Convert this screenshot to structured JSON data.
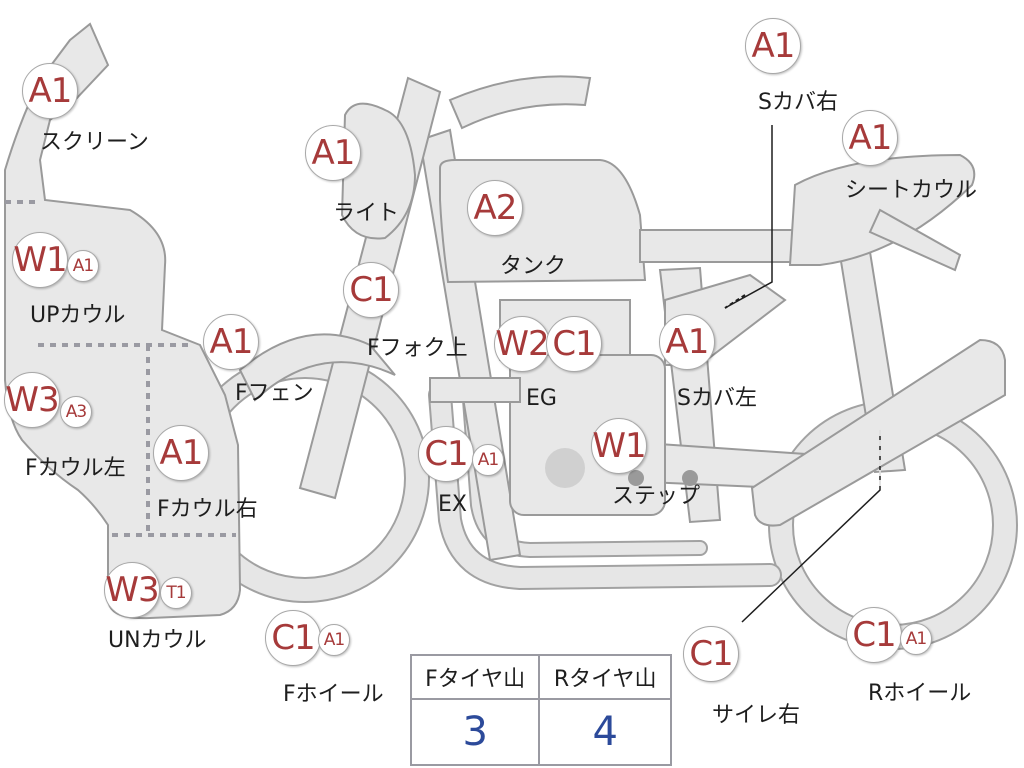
{
  "colors": {
    "part_fill": "#e8e8e8",
    "part_stroke": "#9a9a9a",
    "rank_text": "#a63a3a",
    "tire_value": "#2c4a9a"
  },
  "parts": [
    {
      "name": "screen",
      "label": "スクリーン",
      "ranks": [
        "A1"
      ]
    },
    {
      "name": "light",
      "label": "ライト",
      "ranks": [
        "A1"
      ]
    },
    {
      "name": "tank",
      "label": "タンク",
      "ranks": [
        "A2"
      ]
    },
    {
      "name": "s-cover-right",
      "label": "Sカバ右",
      "ranks": [
        "A1"
      ]
    },
    {
      "name": "seat-cowl",
      "label": "シートカウル",
      "ranks": [
        "A1"
      ]
    },
    {
      "name": "up-cowl",
      "label": "UPカウル",
      "ranks": [
        "W1",
        "A1"
      ]
    },
    {
      "name": "f-fork-upper",
      "label": "Fフォク上",
      "ranks": [
        "C1"
      ]
    },
    {
      "name": "f-fender",
      "label": "Fフェン",
      "ranks": [
        "A1"
      ]
    },
    {
      "name": "engine",
      "label": "EG",
      "ranks": [
        "W2",
        "C1"
      ]
    },
    {
      "name": "s-cover-left",
      "label": "Sカバ左",
      "ranks": [
        "A1"
      ]
    },
    {
      "name": "f-cowl-left",
      "label": "Fカウル左",
      "ranks": [
        "W3",
        "A3"
      ]
    },
    {
      "name": "f-cowl-right",
      "label": "Fカウル右",
      "ranks": [
        "A1"
      ]
    },
    {
      "name": "exhaust",
      "label": "EX",
      "ranks": [
        "C1",
        "A1"
      ]
    },
    {
      "name": "step",
      "label": "ステップ",
      "ranks": [
        "W1"
      ]
    },
    {
      "name": "un-cowl",
      "label": "UNカウル",
      "ranks": [
        "W3",
        "T1"
      ]
    },
    {
      "name": "f-wheel",
      "label": "Fホイール",
      "ranks": [
        "C1",
        "A1"
      ]
    },
    {
      "name": "silencer-right",
      "label": "サイレ右",
      "ranks": [
        "C1"
      ]
    },
    {
      "name": "r-wheel",
      "label": "Rホイール",
      "ranks": [
        "C1",
        "A1"
      ]
    }
  ],
  "tire_table": {
    "front": {
      "label": "Fタイヤ山",
      "value": "3"
    },
    "rear": {
      "label": "Rタイヤ山",
      "value": "4"
    }
  }
}
